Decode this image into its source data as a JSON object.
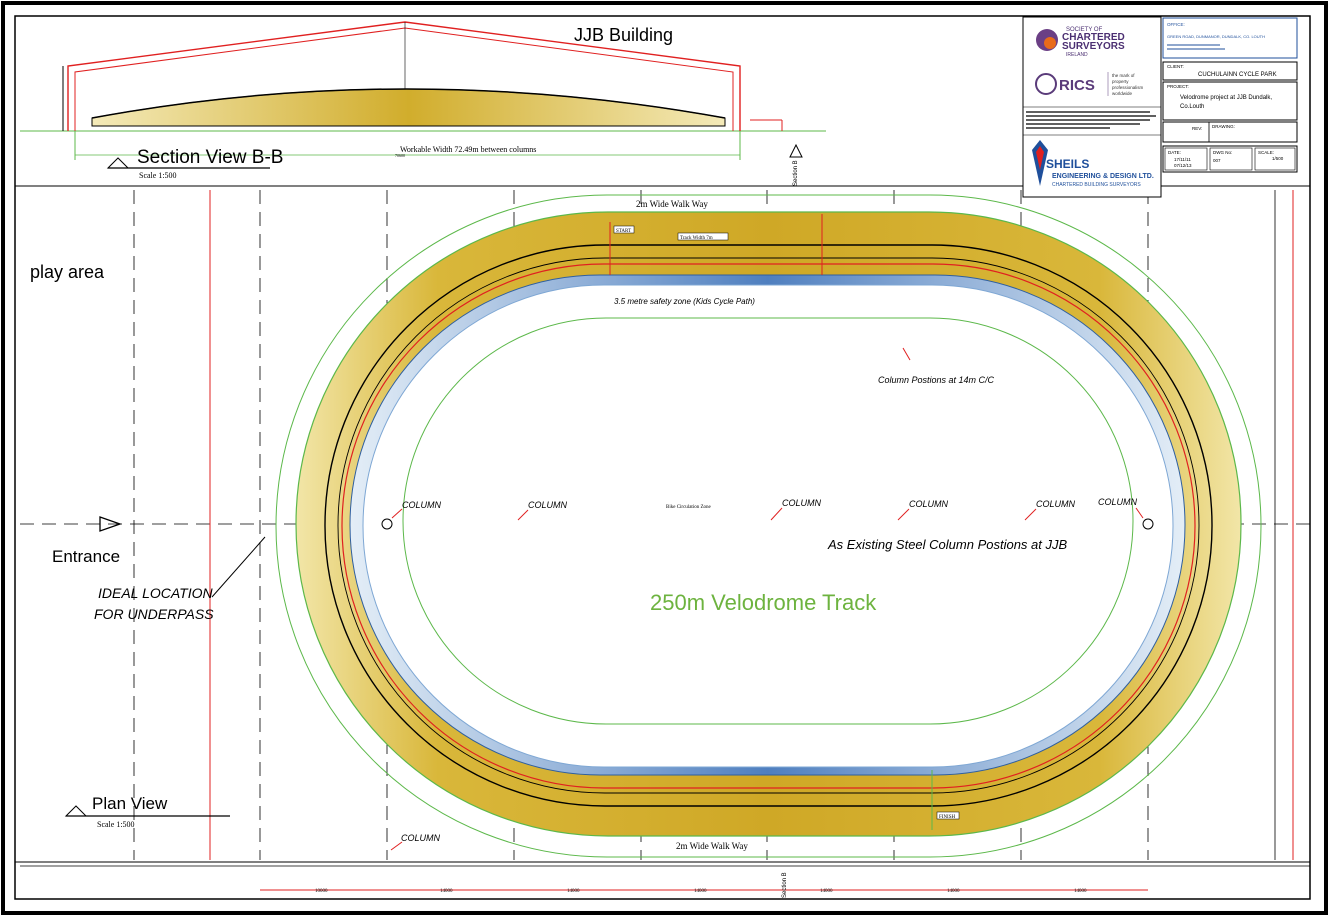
{
  "title": "JJB Building",
  "section_view": {
    "title": "Section View  B-B",
    "scale": "Scale 1:500",
    "workable_width": "Workable Width 72.49m between columns",
    "dim": "70600"
  },
  "plan_view": {
    "title": "Plan View",
    "scale": "Scale 1:500"
  },
  "labels": {
    "play_area": "play area",
    "entrance": "Entrance",
    "ideal_location_1": "IDEAL LOCATION",
    "ideal_location_2": "FOR UNDERPASS",
    "track_name": "250m Velodrome Track",
    "walk_way_top": "2m Wide Walk Way",
    "walk_way_bottom": "2m Wide Walk Way",
    "safety_zone": "3.5 metre safety zone (Kids Cycle Path)",
    "column_positions": "Column Postions at 14m C/C",
    "steel_columns": "As Existing Steel Column  Postions at JJB",
    "start": "START",
    "finish": "FINISH",
    "track_width": "Track Width 7m",
    "bike_zone": "Bike Circulation Zone",
    "section_marker": "Section B"
  },
  "columns": [
    "COLUMN",
    "COLUMN",
    "COLUMN",
    "COLUMN",
    "COLUMN",
    "COLUMN",
    "COLUMN"
  ],
  "dimensions_bottom": [
    "10000",
    "14000",
    "14000",
    "14000",
    "14000",
    "14000",
    "14000"
  ],
  "colors": {
    "track_gold": "#d4b22a",
    "track_gold_light": "#f1e3a0",
    "apron_blue": "#5a86c0",
    "title_green": "#6db33f",
    "line_red": "#e02020",
    "line_green": "#5cb84a"
  },
  "title_block": {
    "scsi_line1": "SOCIETY OF",
    "scsi_line2": "CHARTERED",
    "scsi_line3": "SURVEYORS",
    "scsi_line4": "IRELAND",
    "rics": "RICS",
    "rics_tag1": "the mark of",
    "rics_tag2": "property",
    "rics_tag3": "professionalism",
    "rics_tag4": "worldwide",
    "sheils_1": "SHEILS",
    "sheils_2": "ENGINEERING & DESIGN LTD.",
    "sheils_3": "CHARTERED BUILDING SURVEYORS",
    "office_label": "OFFICE:",
    "office_value": "GREEN ROAD, DUNMANOR, DUNDALK, CO. LOUTH",
    "client_label": "CLIENT:",
    "client_value": "CUCHULAINN CYCLE PARK",
    "project_label": "PROJECT:",
    "project_value_1": "Velodrome project at JJB Dundalk,",
    "project_value_2": "Co.Louth",
    "rev_label": "REV:",
    "drawing_label": "DRAWING:",
    "date_label": "DATE:",
    "date_value_1": "17/11/11",
    "date_value_2": "07/12/13",
    "dwg_label": "DWG No:",
    "dwg_value": "007",
    "scale_label": "SCALE:",
    "scale_value": "1/500"
  }
}
